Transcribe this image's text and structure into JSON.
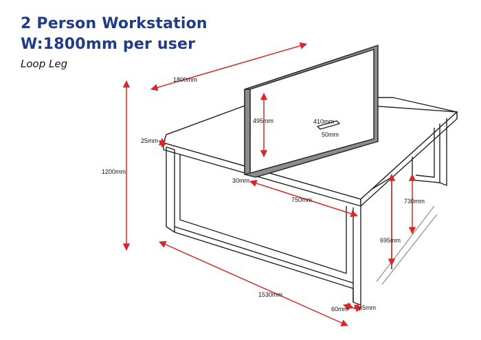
{
  "header": {
    "title": "2 Person Workstation",
    "subtitle": "W:1800mm per user",
    "leg_type": "Loop Leg"
  },
  "dimensions": {
    "width": "1800mm",
    "height": "1200mm",
    "screen_height": "495mm",
    "cable_tray": "410mm",
    "cable_slot": "50mm",
    "top_thickness": "25mm",
    "screen_offset": "30mm",
    "half_depth": "750mm",
    "desk_height": "730mm",
    "leg_inner_height": "695mm",
    "depth": "1530mm",
    "leg_width": "60mm",
    "leg_depth": "45mm"
  },
  "colors": {
    "title": "#1f3c88",
    "dimension_line": "#d62828",
    "outline": "#222222",
    "screen_fill": "#8c8c8c"
  }
}
